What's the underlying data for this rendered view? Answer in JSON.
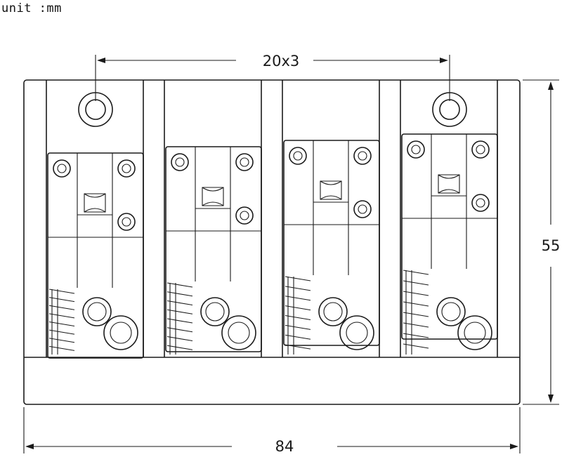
{
  "unit_label": "unit :mm",
  "dimensions": {
    "spacing": "20x3",
    "height": "55",
    "width": "84"
  },
  "saddle_count": 4
}
